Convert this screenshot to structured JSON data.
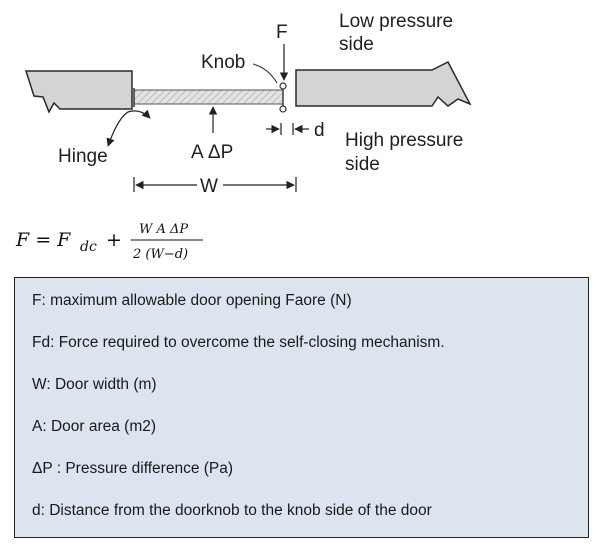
{
  "diagram": {
    "force_label": "F",
    "knob_label": "Knob",
    "low_pressure_label": [
      "Low pressure",
      "side"
    ],
    "high_pressure_label": [
      "High pressure",
      "side"
    ],
    "hinge_label": "Hinge",
    "area_dp_label": "A ΔP",
    "width_label": "W",
    "d_label": "d"
  },
  "formula": {
    "lhs": "F = F",
    "lhs_sub": "dc",
    "plus": "+",
    "numerator": "W A ΔP",
    "denominator": "2 (W−d)"
  },
  "legend": {
    "items": [
      "F: maximum allowable door opening Faore (N)",
      "Fd: Force required to overcome the self-closing mechanism.",
      "W: Door width (m)",
      "A: Door area (m2)",
      "ΔP : Pressure difference (Pa)",
      "d: Distance from the doorknob to the knob side of the door"
    ]
  },
  "colors": {
    "wall_fill": "#d4d4d4",
    "door_fill": "#dcdcdc",
    "legend_background": "#dbe4ef"
  }
}
